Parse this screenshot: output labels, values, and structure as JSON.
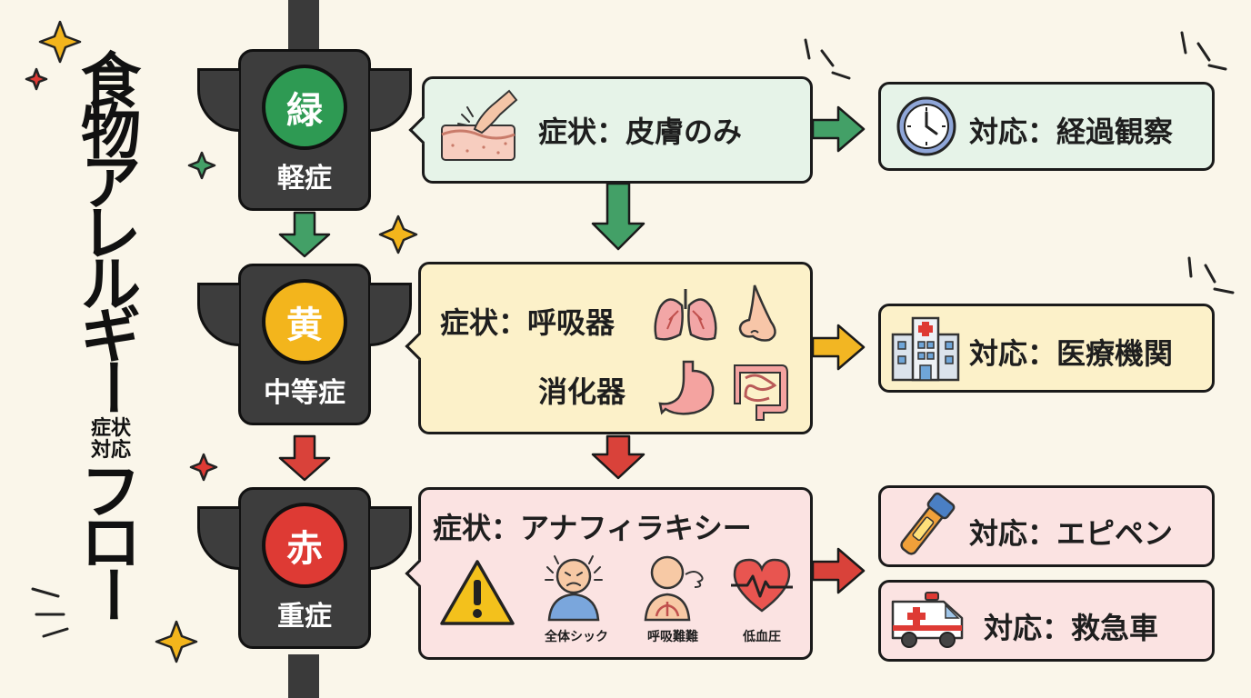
{
  "title": {
    "line1_chars": [
      "食",
      "物",
      "ア",
      "レ",
      "ル",
      "ギ",
      "ー"
    ],
    "sub1": "症状",
    "sub2": "対応",
    "line2_chars": [
      "フ",
      "ロ",
      "ー"
    ]
  },
  "levels": [
    {
      "color_label": "緑",
      "severity": "軽症",
      "lamp_color": "#2e9a53",
      "symptom": "症状：皮膚のみ",
      "response": "対応：経過観察",
      "box_color": "#e6f3e8",
      "arrow_color": "#43a067"
    },
    {
      "color_label": "黄",
      "severity": "中等症",
      "lamp_color": "#f3b51c",
      "symptom_line1": "症状：呼吸器",
      "symptom_line2": "消化器",
      "response": "対応：医療機関",
      "box_color": "#fcf1c9",
      "arrow_color": "#f2b623"
    },
    {
      "color_label": "赤",
      "severity": "重症",
      "lamp_color": "#de3a34",
      "symptom": "症状：アナフィラキシー",
      "sub_items": [
        "全体シック",
        "呼吸難難",
        "低血圧"
      ],
      "responses": [
        "対応：エピペン",
        "対応：救急車"
      ],
      "box_color": "#fbe3e2",
      "arrow_color": "#d9423a"
    }
  ],
  "icons": [
    "finger-skin-icon",
    "clock-icon",
    "lungs-icon",
    "nose-icon",
    "stomach-icon",
    "intestine-icon",
    "hospital-icon",
    "warning-icon",
    "distressed-person-icon",
    "breathing-person-icon",
    "heart-pulse-icon",
    "epipen-icon",
    "ambulance-icon"
  ]
}
